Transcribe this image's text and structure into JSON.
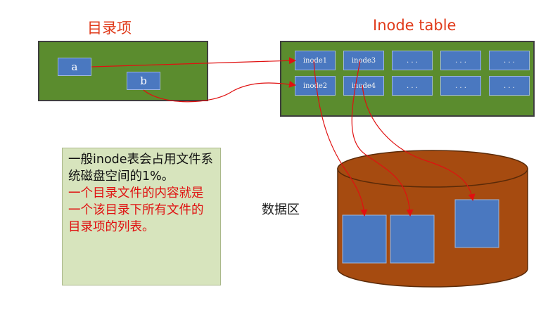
{
  "labels": {
    "dir_entry_title": "目录项",
    "inode_table_title": "Inode table",
    "data_area": "数据区"
  },
  "directory_entries": [
    "a",
    "b"
  ],
  "inode_table": {
    "row1": [
      "inode1",
      "inode3",
      ". . .",
      ". . .",
      ". . ."
    ],
    "row2": [
      "inode2",
      "inode4",
      ". . .",
      ". . .",
      ". . ."
    ]
  },
  "note": {
    "black_text": "一般inode表会占用文件系统磁盘空间的1%。",
    "red_text": "一个目录文件的内容就是一个该目录下所有文件的目录项的列表。"
  },
  "colors": {
    "title": "#e03a1a",
    "panel_green": "#5b8c2e",
    "box_blue": "#4a78c0",
    "arrow": "#e01010",
    "cylinder": "#a64b10",
    "note_bg": "#d7e4bd"
  }
}
